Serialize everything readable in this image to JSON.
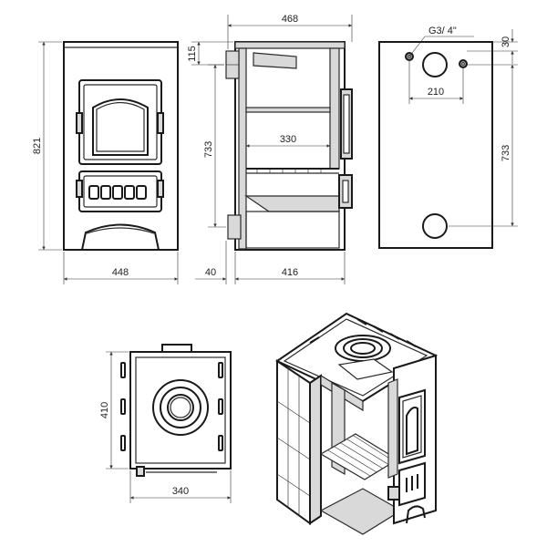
{
  "front_view": {
    "height_label": "821",
    "width_label": "448"
  },
  "side_view": {
    "width_top_label": "468",
    "top_offset_label": "115",
    "height_label": "733",
    "inner_width_label": "330",
    "bottom_offset_label": "40",
    "depth_label": "416"
  },
  "rear_view": {
    "thread_label": "G3/ 4\"",
    "top_offset_label": "30",
    "spacing_label": "210",
    "height_label": "733"
  },
  "top_view": {
    "depth_label": "410",
    "width_label": "340"
  }
}
